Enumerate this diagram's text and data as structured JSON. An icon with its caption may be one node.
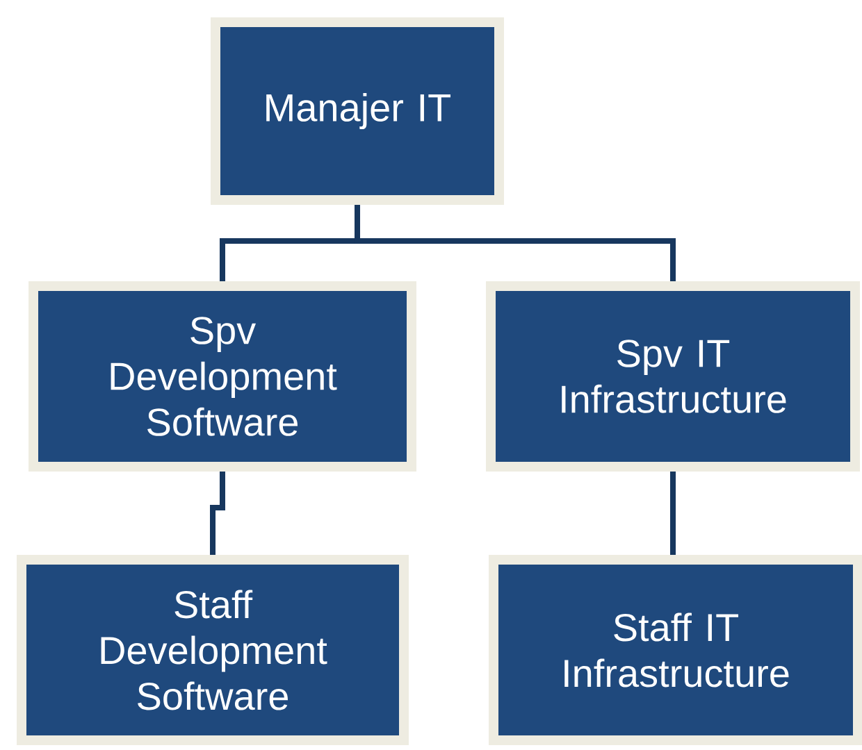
{
  "diagram": {
    "nodes": [
      {
        "text": [
          "Manajer IT"
        ]
      },
      {
        "text": [
          "Spv Development Software"
        ]
      },
      {
        "text": [
          "Spv IT Infrastructure"
        ]
      },
      {
        "text": [
          "Staff Development Software"
        ]
      },
      {
        "text": [
          "Staff IT Infrastructure"
        ]
      }
    ],
    "edges": [
      {
        "from": 0,
        "to": 1,
        "arrow": "none"
      },
      {
        "from": 0,
        "to": 2,
        "arrow": "none"
      },
      {
        "from": 1,
        "to": 3,
        "arrow": "none"
      },
      {
        "from": 2,
        "to": 4,
        "arrow": "none"
      }
    ]
  }
}
